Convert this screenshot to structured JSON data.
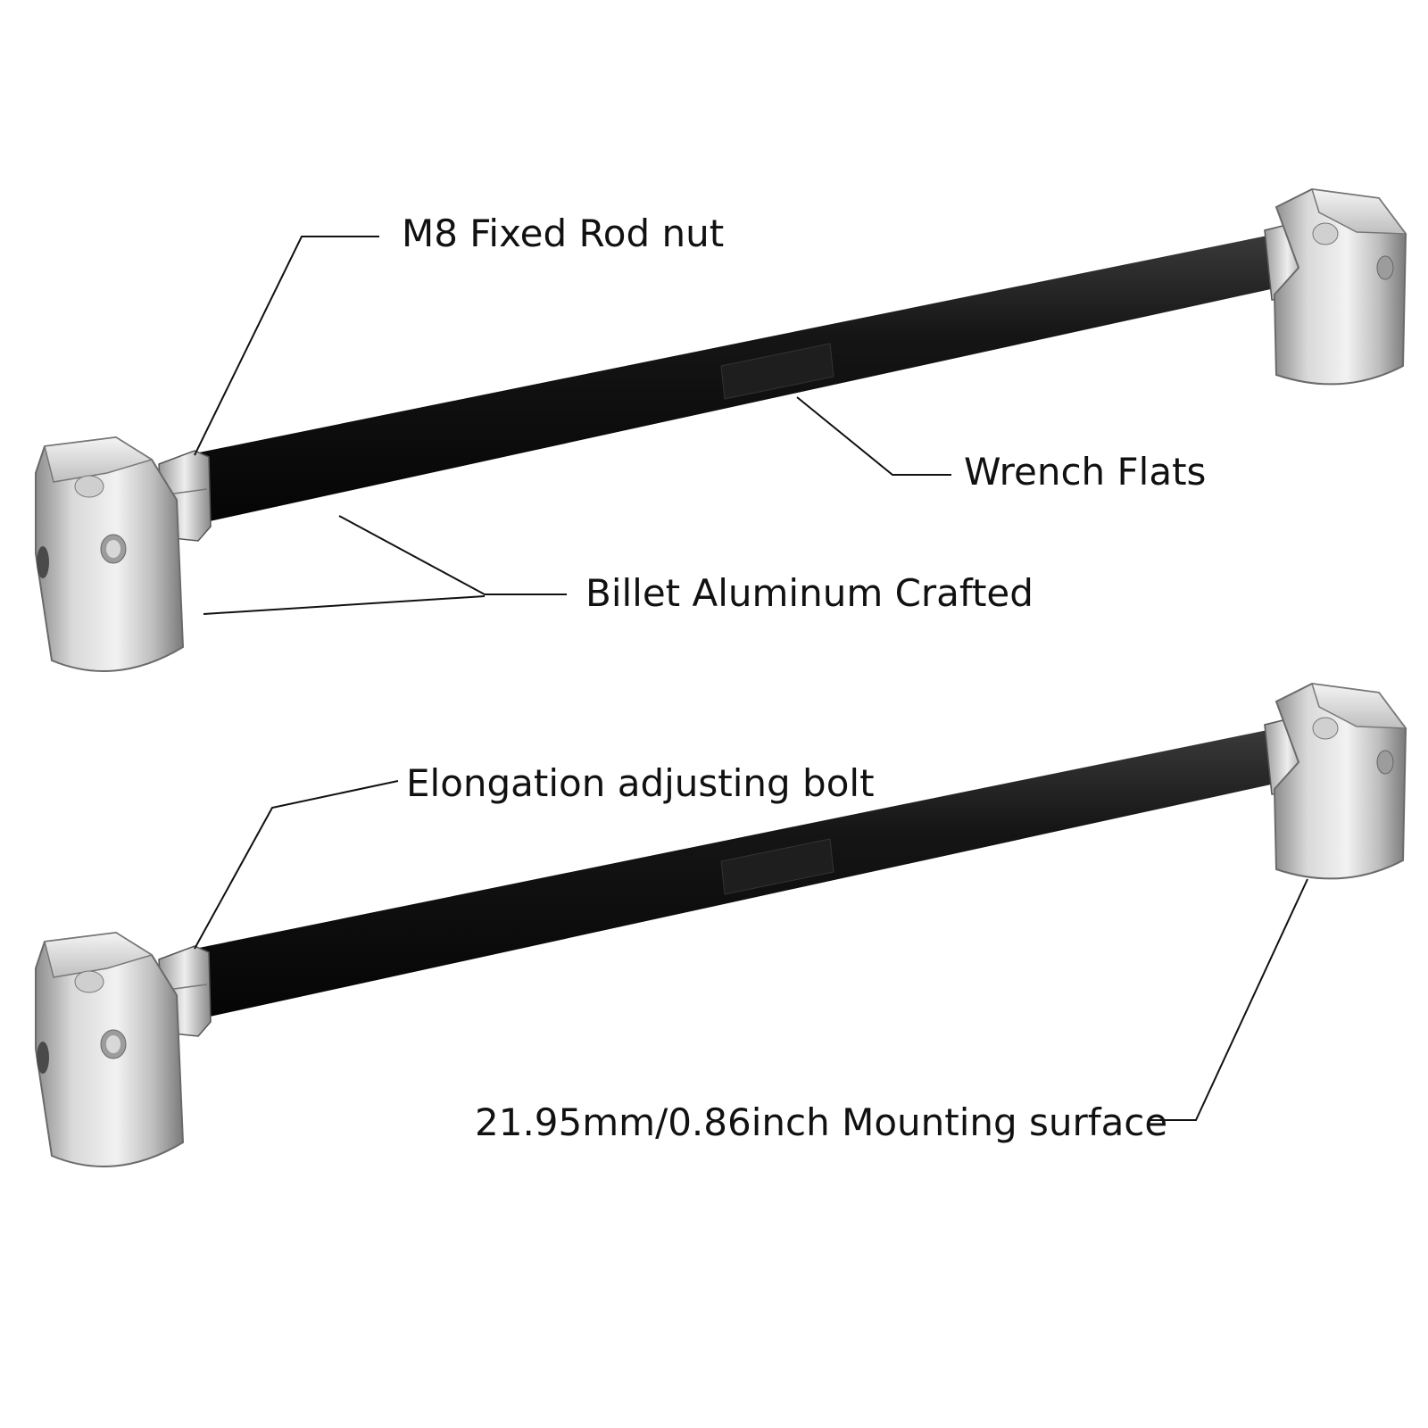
{
  "callouts": {
    "m8_nut": "M8 Fixed Rod nut",
    "wrench_flats": "Wrench Flats",
    "billet": "Billet Aluminum Crafted",
    "elongation": "Elongation adjusting bolt",
    "mounting": "21.95mm/0.86inch Mounting surface"
  },
  "colors": {
    "background": "#ffffff",
    "rod": "#121212",
    "metal": "#b8b8b8",
    "leader_line": "#111111"
  },
  "parts": [
    {
      "name": "upper-rod-assembly",
      "icon": "rod-end-link"
    },
    {
      "name": "lower-rod-assembly",
      "icon": "rod-end-link"
    }
  ]
}
